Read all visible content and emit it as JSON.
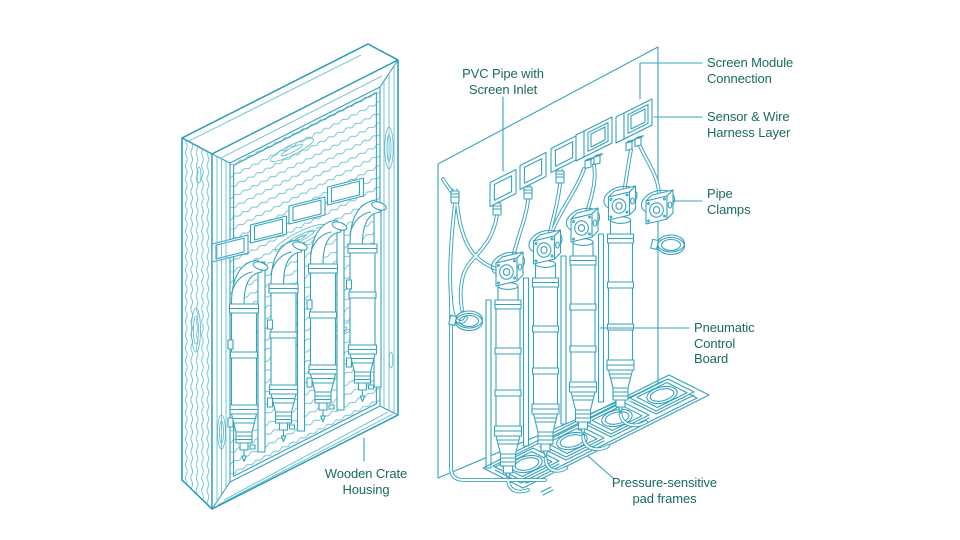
{
  "diagram": {
    "accent_color": "#35A3BD",
    "label_color": "#1A6A5F",
    "background": "#FFFFFF",
    "labels": {
      "pvc_pipe": {
        "line1": "PVC Pipe with",
        "line2": "Screen Inlet"
      },
      "screen_module": {
        "line1": "Screen Module",
        "line2": "Connection"
      },
      "sensor_wire": {
        "line1": "Sensor & Wire",
        "line2": "Harness Layer"
      },
      "pipe_clamps": {
        "line1": "Pipe",
        "line2": "Clamps"
      },
      "pneumatic": {
        "line1": "Pneumatic",
        "line2": "Control",
        "line3": "Board"
      },
      "pressure_pads": {
        "line1": "Pressure-sensitive",
        "line2": "pad frames"
      },
      "wooden_crate": {
        "line1": "Wooden Crate",
        "line2": "Housing"
      }
    }
  }
}
